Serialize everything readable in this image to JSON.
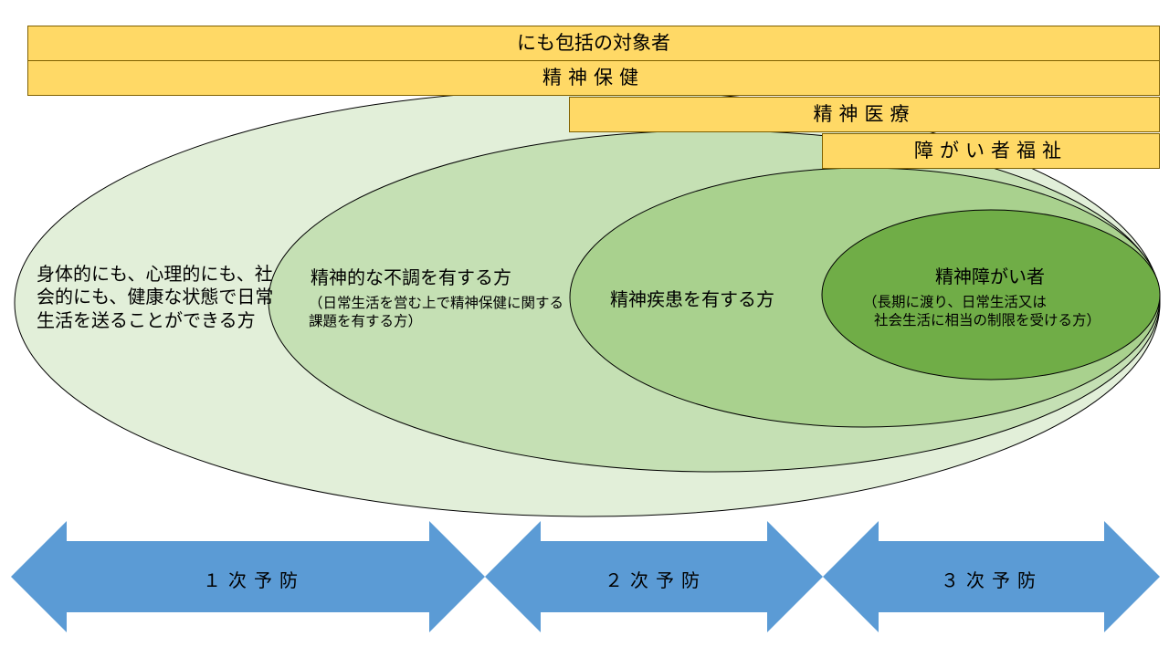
{
  "bars": {
    "inclusive_target": "にも包括の対象者",
    "mental_health": "精神保健",
    "psychiatric_care": "精神医療",
    "disability_welfare": "障がい者福祉"
  },
  "circles": {
    "general": "身体的にも、心理的にも、社会的にも、健康な状態で日常生活を送ることができる方",
    "unwell": {
      "title": "精神的な不調を有する方",
      "note": "（日常生活を営む上で精神保健に関する課題を有する方）"
    },
    "illness": "精神疾患を有する方",
    "disabled": {
      "title": "精神障がい者",
      "note_line1": "（長期に渡り、日常生活又は",
      "note_line2": "社会生活に相当の制限を受ける方）"
    }
  },
  "prevention": {
    "primary": "１次予防",
    "secondary": "２次予防",
    "tertiary": "３次予防"
  },
  "colors": {
    "bar_fill": "#ffd966",
    "outer_ellipse": "#e2efd9",
    "second_ellipse": "#c5e0b4",
    "third_ellipse": "#a9d18e",
    "inner_ellipse": "#70ad47",
    "arrow_fill": "#5b9bd5"
  }
}
